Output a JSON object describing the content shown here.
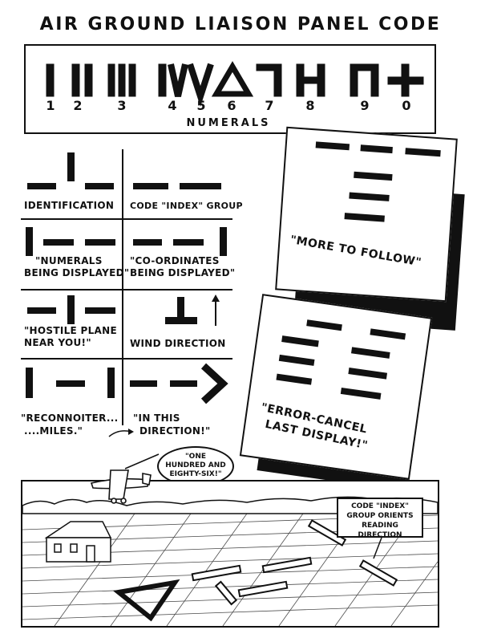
{
  "title": "AIR GROUND LIAISON PANEL CODE",
  "numerals": {
    "digits": [
      "1",
      "2",
      "3",
      "4",
      "5",
      "6",
      "7",
      "8",
      "9",
      "0"
    ],
    "caption": "NUMERALS"
  },
  "signals": {
    "identification": "IDENTIFICATION",
    "code_index_group": "CODE \"INDEX\" GROUP",
    "numerals_displayed_1": "\"NUMERALS",
    "numerals_displayed_2": "BEING DISPLAYED\"",
    "coordinates_displayed_1": "\"CO-ORDINATES",
    "coordinates_displayed_2": "BEING DISPLAYED\"",
    "hostile_plane_1": "\"HOSTILE PLANE",
    "hostile_plane_2": "NEAR YOU!\"",
    "wind_direction": "WIND DIRECTION",
    "reconnoiter_1": "\"RECONNOITER...",
    "reconnoiter_2": "....MILES.\"",
    "in_this_direction_1": "\"IN THIS",
    "in_this_direction_2": "DIRECTION!\""
  },
  "cards": {
    "more_to_follow": "\"MORE TO FOLLOW\"",
    "error_cancel_1": "\"ERROR-CANCEL",
    "error_cancel_2": "LAST DISPLAY!\""
  },
  "scene": {
    "bubble_1": "\"ONE",
    "bubble_2": "HUNDRED AND",
    "bubble_3": "EIGHTY-SIX!\"",
    "callout_1": "CODE \"INDEX\"",
    "callout_2": "GROUP ORIENTS",
    "callout_3": "READING DIRECTION"
  }
}
